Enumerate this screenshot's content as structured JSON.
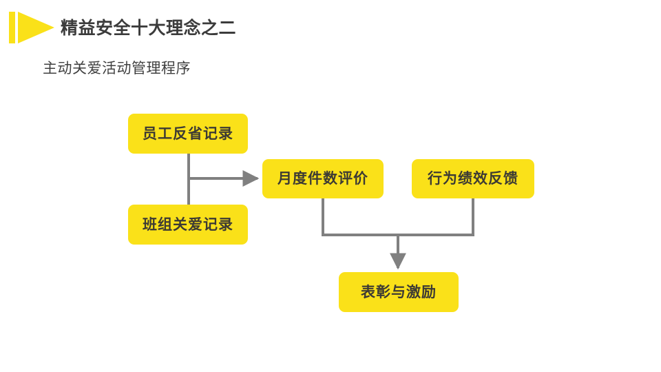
{
  "header": {
    "icon": "yellow-flag-play-icon",
    "title": "精益安全十大理念之二",
    "subtitle": "主动关爱活动管理程序"
  },
  "theme": {
    "node_fill": "#FAE119",
    "node_text": "#3C3A34",
    "connector": "#808080",
    "background": "#FFFFFF",
    "heading_text": "#3B3B3B"
  },
  "diagram": {
    "type": "flowchart",
    "nodes": [
      {
        "id": "employee",
        "label": "员工反省记录"
      },
      {
        "id": "team",
        "label": "班组关爱记录"
      },
      {
        "id": "monthly",
        "label": "月度件数评价"
      },
      {
        "id": "behavior",
        "label": "行为绩效反馈"
      },
      {
        "id": "reward",
        "label": "表彰与激励"
      }
    ],
    "edges": [
      {
        "from": "employee",
        "to": "monthly",
        "arrow": true
      },
      {
        "from": "team",
        "to": "monthly",
        "arrow": true
      },
      {
        "from": "monthly",
        "to": "reward",
        "arrow": true
      },
      {
        "from": "behavior",
        "to": "reward",
        "arrow": true
      }
    ]
  }
}
